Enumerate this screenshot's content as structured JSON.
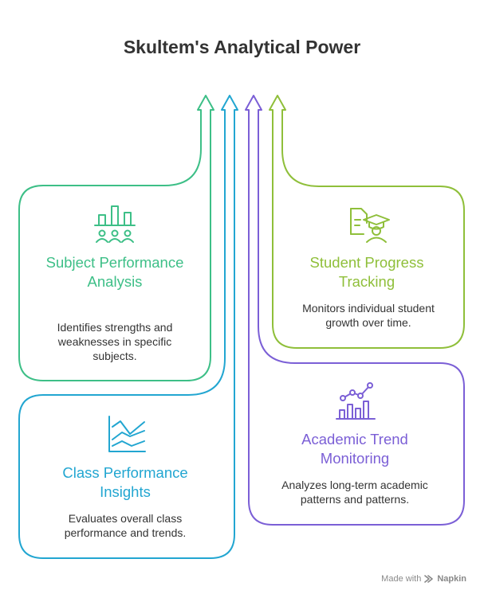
{
  "title": "Skultem's Analytical Power",
  "colors": {
    "subject": "#3dbf87",
    "class": "#22a6d1",
    "trend": "#7b5fd6",
    "progress": "#8fbf3a"
  },
  "cards": {
    "subject": {
      "title": "Subject Performance Analysis",
      "description": "Identifies strengths and weaknesses in specific subjects.",
      "icon": "bar-chart-with-people-icon"
    },
    "progress": {
      "title": "Student Progress Tracking",
      "description": "Monitors individual student growth over time.",
      "icon": "student-graduate-document-icon"
    },
    "trend": {
      "title": "Academic Trend Monitoring",
      "description": "Analyzes long-term academic patterns and patterns.",
      "icon": "trend-bar-chart-icon"
    },
    "class": {
      "title": "Class Performance Insights",
      "description": "Evaluates overall class performance and trends.",
      "icon": "line-graph-icon"
    }
  },
  "footer": {
    "made_with": "Made with",
    "brand": "Napkin"
  }
}
